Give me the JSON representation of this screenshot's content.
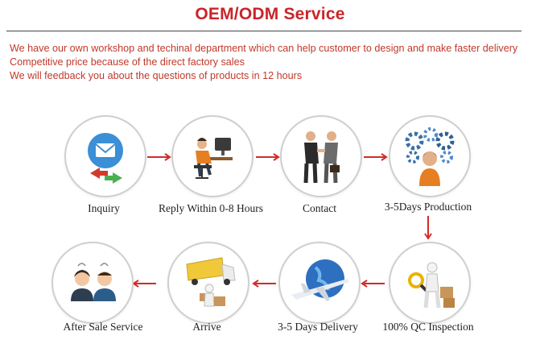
{
  "header": {
    "title": "OEM/ODM Service"
  },
  "intro": {
    "lines": [
      "We have our own workshop and techinal department which can help customer to design and make faster delivery",
      "Competitive price because of the direct factory sales",
      "We will feedback you about the questions of products in 12 hours"
    ]
  },
  "process": {
    "steps": [
      {
        "label": "Inquiry",
        "icon": "envelope-icon"
      },
      {
        "label": "Reply Within 0-8 Hours",
        "icon": "office-worker-icon"
      },
      {
        "label": "Contact",
        "icon": "handshake-icon"
      },
      {
        "label": "3-5Days Production",
        "icon": "gears-operator-icon"
      },
      {
        "label": "100% QC Inspection",
        "icon": "qc-inspection-icon"
      },
      {
        "label": "3-5 Days Delivery",
        "icon": "airplane-globe-icon"
      },
      {
        "label": "Arrive",
        "icon": "delivery-truck-icon"
      },
      {
        "label": "After Sale Service",
        "icon": "support-people-icon"
      }
    ]
  },
  "colors": {
    "title": "#c8262a",
    "intro_text": "#c0392b",
    "arrow": "#d42a2a",
    "circle_border": "#cfcfcf"
  }
}
